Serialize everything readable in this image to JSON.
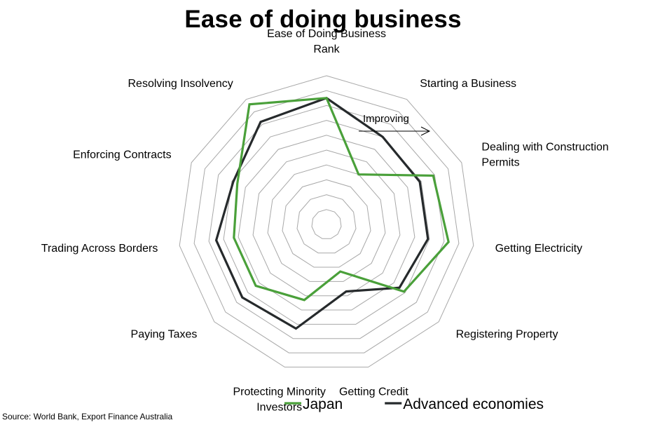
{
  "chart_data": {
    "type": "radar",
    "title": "Ease of doing business",
    "axes": [
      [
        "Ease of Doing Business",
        "Rank"
      ],
      [
        "Starting a Business"
      ],
      [
        "Dealing with Construction",
        "Permits"
      ],
      [
        "Getting Electricity"
      ],
      [
        "Registering Property"
      ],
      [
        "Getting Credit"
      ],
      [
        "Protecting Minority",
        "Investors"
      ],
      [
        "Paying Taxes"
      ],
      [
        "Trading Across Borders"
      ],
      [
        "Enforcing Contracts"
      ],
      [
        "Resolving Insolvency"
      ]
    ],
    "scale": {
      "min": 0,
      "max": 10,
      "rings": 10
    },
    "series": [
      {
        "name": "Japan",
        "color": "#4aa03a",
        "values": [
          8.5,
          4.0,
          7.9,
          8.3,
          6.9,
          3.3,
          5.3,
          6.3,
          6.3,
          6.6,
          9.6
        ]
      },
      {
        "name": "Advanced economies",
        "color": "#262a2c",
        "values": [
          8.5,
          7.0,
          6.9,
          6.9,
          6.5,
          4.7,
          7.3,
          7.5,
          7.5,
          6.9,
          8.2
        ]
      }
    ],
    "annotation": "Improving",
    "legend_position": "bottom",
    "grid": true
  },
  "source": "Source: World Bank, Export Finance Australia"
}
